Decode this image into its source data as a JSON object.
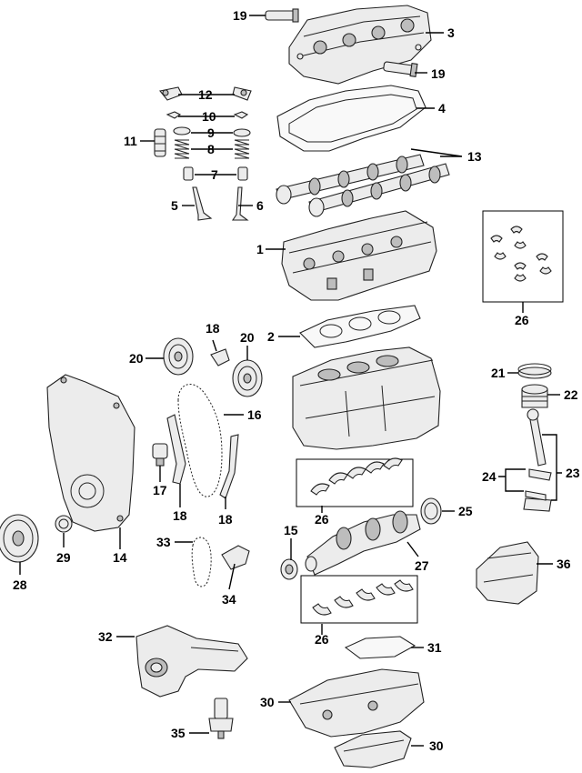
{
  "diagram": {
    "callouts": [
      {
        "id": "c19a",
        "label": "19"
      },
      {
        "id": "c3",
        "label": "3"
      },
      {
        "id": "c19b",
        "label": "19"
      },
      {
        "id": "c12",
        "label": "12"
      },
      {
        "id": "c4",
        "label": "4"
      },
      {
        "id": "c10",
        "label": "10"
      },
      {
        "id": "c9",
        "label": "9"
      },
      {
        "id": "c11",
        "label": "11"
      },
      {
        "id": "c8",
        "label": "8"
      },
      {
        "id": "c13",
        "label": "13"
      },
      {
        "id": "c7",
        "label": "7"
      },
      {
        "id": "c5",
        "label": "5"
      },
      {
        "id": "c6",
        "label": "6"
      },
      {
        "id": "c1",
        "label": "1"
      },
      {
        "id": "c26a",
        "label": "26"
      },
      {
        "id": "c2",
        "label": "2"
      },
      {
        "id": "c18a",
        "label": "18"
      },
      {
        "id": "c20a",
        "label": "20"
      },
      {
        "id": "c20b",
        "label": "20"
      },
      {
        "id": "c21",
        "label": "21"
      },
      {
        "id": "c22",
        "label": "22"
      },
      {
        "id": "c16",
        "label": "16"
      },
      {
        "id": "c17",
        "label": "17"
      },
      {
        "id": "c18b",
        "label": "18"
      },
      {
        "id": "c18c",
        "label": "18"
      },
      {
        "id": "c26b",
        "label": "26"
      },
      {
        "id": "c23",
        "label": "23"
      },
      {
        "id": "c24",
        "label": "24"
      },
      {
        "id": "c25",
        "label": "25"
      },
      {
        "id": "c28",
        "label": "28"
      },
      {
        "id": "c29",
        "label": "29"
      },
      {
        "id": "c14",
        "label": "14"
      },
      {
        "id": "c33",
        "label": "33"
      },
      {
        "id": "c15",
        "label": "15"
      },
      {
        "id": "c34",
        "label": "34"
      },
      {
        "id": "c27",
        "label": "27"
      },
      {
        "id": "c36",
        "label": "36"
      },
      {
        "id": "c26c",
        "label": "26"
      },
      {
        "id": "c32",
        "label": "32"
      },
      {
        "id": "c31",
        "label": "31"
      },
      {
        "id": "c30a",
        "label": "30"
      },
      {
        "id": "c35",
        "label": "35"
      },
      {
        "id": "c30b",
        "label": "30"
      }
    ]
  }
}
